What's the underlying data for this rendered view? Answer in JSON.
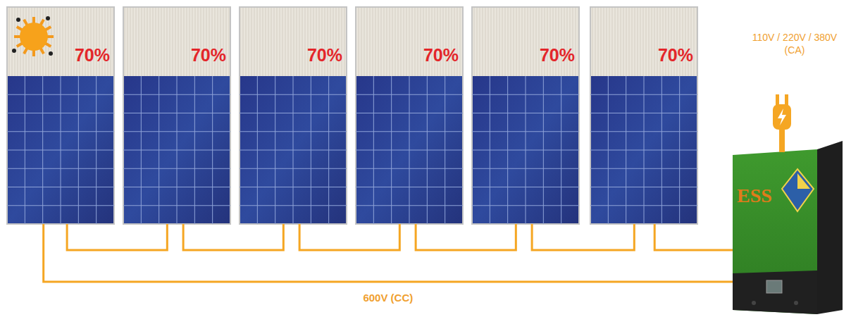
{
  "diagram": {
    "nodes": [
      {
        "text": [
          "70%"
        ]
      },
      {
        "text": [
          "70%"
        ]
      },
      {
        "text": [
          "70%"
        ]
      },
      {
        "text": [
          "70%"
        ]
      },
      {
        "text": [
          "70%"
        ]
      },
      {
        "text": [
          "70%"
        ]
      },
      {
        "text": [
          "ESS"
        ]
      }
    ],
    "edges": [
      {
        "from": 0,
        "to": 1,
        "arrow": "none"
      },
      {
        "from": 1,
        "to": 2,
        "arrow": "none"
      },
      {
        "from": 2,
        "to": 3,
        "arrow": "none"
      },
      {
        "from": 3,
        "to": 4,
        "arrow": "none"
      },
      {
        "from": 4,
        "to": 5,
        "arrow": "none"
      },
      {
        "from": 5,
        "to": 6,
        "arrow": "none"
      },
      {
        "from": 0,
        "to": 6,
        "label": "600V (CC)",
        "arrow": "none"
      }
    ],
    "labels": [
      "110V / 220V / 380V (CA)"
    ]
  }
}
